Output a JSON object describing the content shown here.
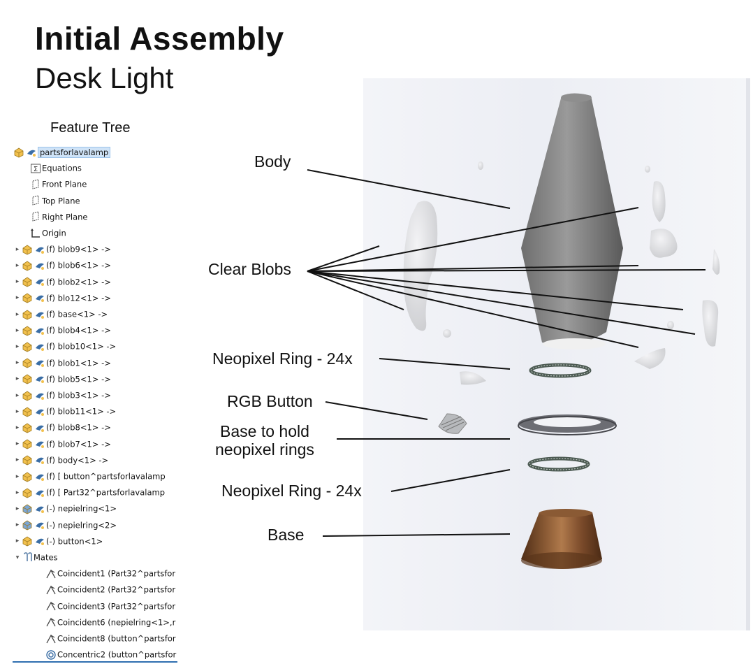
{
  "header": {
    "title": "Initial Assembly",
    "subtitle": "Desk Light"
  },
  "tree": {
    "caption": "Feature Tree",
    "root": "partsforlavalamp",
    "items": [
      {
        "label": "Equations",
        "icon": "equations-icon"
      },
      {
        "label": "Front Plane",
        "icon": "plane-icon"
      },
      {
        "label": "Top Plane",
        "icon": "plane-icon"
      },
      {
        "label": "Right Plane",
        "icon": "plane-icon"
      },
      {
        "label": "Origin",
        "icon": "origin-icon"
      },
      {
        "label": "(f) blob9<1> ->",
        "icon": "part-icon"
      },
      {
        "label": "(f) blob6<1> ->",
        "icon": "part-icon"
      },
      {
        "label": "(f) blob2<1> ->",
        "icon": "part-icon"
      },
      {
        "label": "(f) blo12<1> ->",
        "icon": "part-icon"
      },
      {
        "label": "(f) base<1> ->",
        "icon": "part-icon"
      },
      {
        "label": "(f) blob4<1> ->",
        "icon": "part-icon"
      },
      {
        "label": "(f) blob10<1> ->",
        "icon": "part-icon"
      },
      {
        "label": "(f) blob1<1> ->",
        "icon": "part-icon"
      },
      {
        "label": "(f) blob5<1> ->",
        "icon": "part-icon"
      },
      {
        "label": "(f) blob3<1> ->",
        "icon": "part-icon"
      },
      {
        "label": "(f) blob11<1> ->",
        "icon": "part-icon"
      },
      {
        "label": "(f) blob8<1> ->",
        "icon": "part-icon"
      },
      {
        "label": "(f) blob7<1> ->",
        "icon": "part-icon"
      },
      {
        "label": "(f) body<1> ->",
        "icon": "part-icon"
      },
      {
        "label": "(f) [ button^partsforlavalamp",
        "icon": "part-icon"
      },
      {
        "label": "(f) [ Part32^partsforlavalamp",
        "icon": "part-icon"
      },
      {
        "label": "(-) nepielring<1>",
        "icon": "assembly-icon"
      },
      {
        "label": "(-) nepielring<2>",
        "icon": "assembly-icon"
      },
      {
        "label": "(-) button<1>",
        "icon": "part-icon"
      },
      {
        "label": "Mates",
        "icon": "mates-icon"
      },
      {
        "label": "Coincident1 (Part32^partsfor",
        "icon": "coincident-icon"
      },
      {
        "label": "Coincident2 (Part32^partsfor",
        "icon": "coincident-icon"
      },
      {
        "label": "Coincident3 (Part32^partsfor",
        "icon": "coincident-icon"
      },
      {
        "label": "Coincident6 (nepielring<1>,r",
        "icon": "coincident-icon"
      },
      {
        "label": "Coincident8 (button^partsfor",
        "icon": "coincident-icon"
      },
      {
        "label": "Concentric2 (button^partsfor",
        "icon": "concentric-icon"
      }
    ]
  },
  "callouts": {
    "body": "Body",
    "blobs": "Clear Blobs",
    "ring_top": "Neopixel Ring - 24x",
    "button": "RGB Button",
    "holder_line1": "Base to hold",
    "holder_line2": "neopixel rings",
    "ring_bottom": "Neopixel Ring - 24x",
    "base": "Base"
  },
  "colors": {
    "selection": "#cfe3f7",
    "part_yellow": "#f2c14e",
    "tree_accent": "#2f6fb0",
    "wood": "#7a4a2a"
  }
}
